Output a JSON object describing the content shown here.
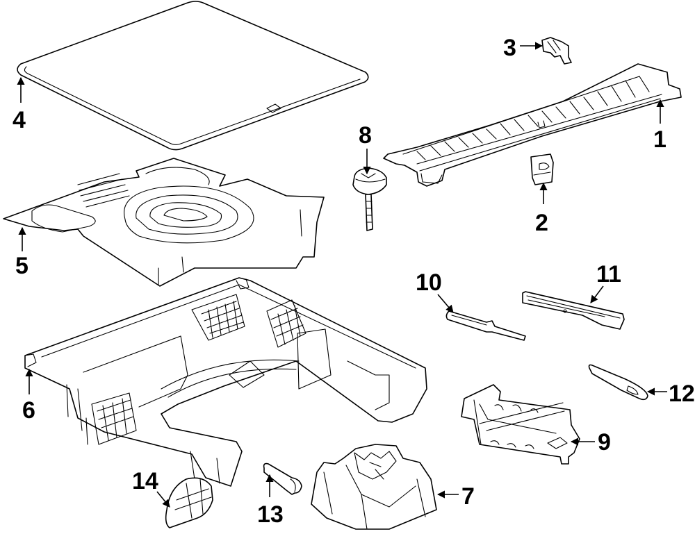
{
  "diagram": {
    "title": "Rear body — spare tire storage & jack components",
    "line_color": "#000000",
    "background": "#ffffff",
    "callouts": [
      {
        "id": "c1",
        "label": "1",
        "part": "rear-trim-panel"
      },
      {
        "id": "c2",
        "label": "2",
        "part": "retainer-clip"
      },
      {
        "id": "c3",
        "label": "3",
        "part": "fastener-clip"
      },
      {
        "id": "c4",
        "label": "4",
        "part": "cargo-floor-cover"
      },
      {
        "id": "c5",
        "label": "5",
        "part": "floor-carpet-mat"
      },
      {
        "id": "c6",
        "label": "6",
        "part": "storage-tray"
      },
      {
        "id": "c7",
        "label": "7",
        "part": "jack-holder"
      },
      {
        "id": "c8",
        "label": "8",
        "part": "spare-tire-hold-down-bolt"
      },
      {
        "id": "c9",
        "label": "9",
        "part": "scissor-jack"
      },
      {
        "id": "c10",
        "label": "10",
        "part": "jack-handle-extension"
      },
      {
        "id": "c11",
        "label": "11",
        "part": "jack-handle"
      },
      {
        "id": "c12",
        "label": "12",
        "part": "tow-hook"
      },
      {
        "id": "c13",
        "label": "13",
        "part": "wheel-lock-key"
      },
      {
        "id": "c14",
        "label": "14",
        "part": "storage-bin-cap"
      }
    ]
  }
}
